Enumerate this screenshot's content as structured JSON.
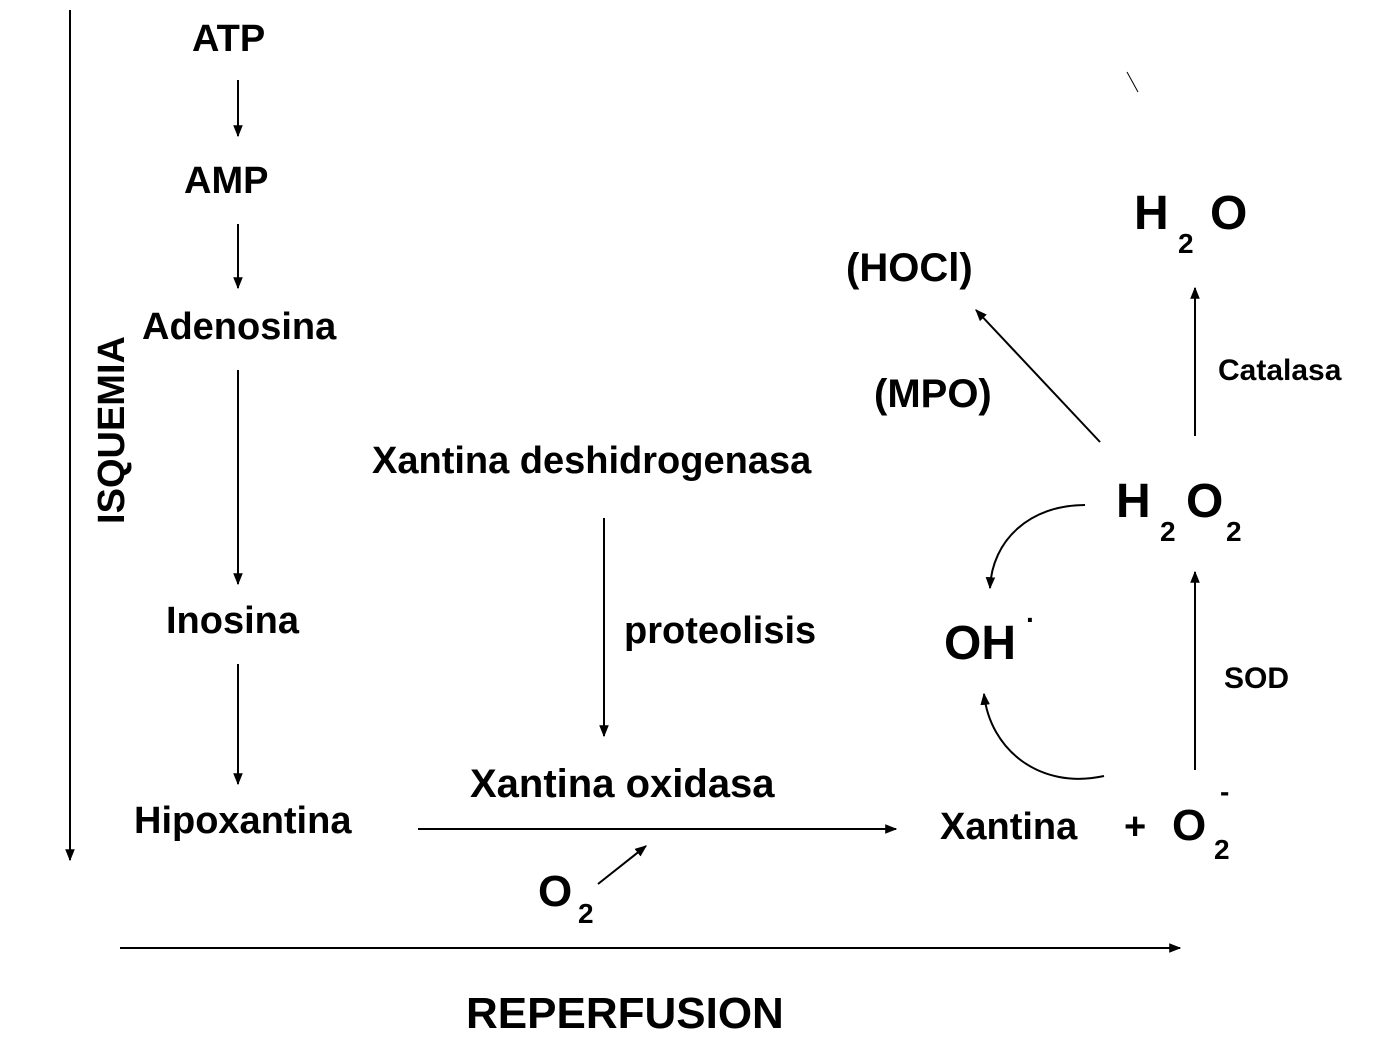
{
  "isquemia_label": "ISQUEMIA",
  "reperfusion_label": "REPERFUSION",
  "nodes": {
    "atp": "ATP",
    "amp": "AMP",
    "adenosina": "Adenosina",
    "inosina": "Inosina",
    "hipoxantina": "Hipoxantina",
    "xantina_deshidrogenasa": "Xantina deshidrogenasa",
    "proteolisis": "proteolisis",
    "xantina_oxidasa": "Xantina oxidasa",
    "o2_main": "O",
    "o2_main_sub": "2",
    "xantina": "Xantina",
    "plus": "+",
    "superoxide": "O",
    "superoxide_sub": "2",
    "superoxide_sup": "-",
    "oh": "OH",
    "oh_sup": "·",
    "h2o2_h": "H",
    "h2o2_h_sub": "2",
    "h2o2_o": "O",
    "h2o2_o_sub": "2",
    "h2o_h": "H",
    "h2o_sub": "2",
    "h2o_o": "O",
    "hocl": "(HOCl)",
    "mpo": "(MPO)",
    "catalasa": "Catalasa",
    "sod": "SOD"
  }
}
